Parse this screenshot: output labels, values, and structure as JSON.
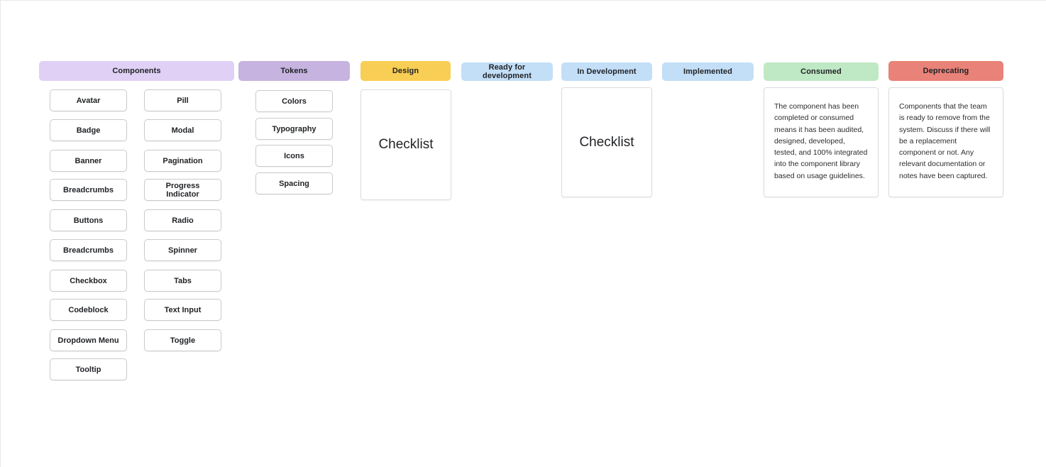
{
  "board": {
    "background_color": "#ffffff",
    "columns": [
      {
        "id": "components",
        "header": {
          "label": "Components",
          "color": "#E0D0F5"
        },
        "chips": [
          "Avatar",
          "Pill",
          "Badge",
          "Modal",
          "Banner",
          "Pagination",
          "Breadcrumbs",
          "Progress Indicator",
          "Buttons",
          "Radio",
          "Breadcrumbs",
          "Spinner",
          "Checkbox",
          "Tabs",
          "Codeblock",
          "Text Input",
          "Dropdown Menu",
          "Toggle",
          "Tooltip"
        ]
      },
      {
        "id": "tokens",
        "header": {
          "label": "Tokens",
          "color": "#C6B3E0"
        },
        "chips": [
          "Colors",
          "Typography",
          "Icons",
          "Spacing"
        ]
      },
      {
        "id": "design",
        "header": {
          "label": "Design",
          "color": "#F8CE54"
        },
        "card": {
          "title": "Checklist"
        }
      },
      {
        "id": "ready-for-development",
        "header": {
          "label": "Ready for development",
          "color": "#C3DEF7"
        }
      },
      {
        "id": "in-development",
        "header": {
          "label": "In Development",
          "color": "#C3DEF7"
        },
        "card": {
          "title": "Checklist"
        }
      },
      {
        "id": "implemented",
        "header": {
          "label": "Implemented",
          "color": "#C3DEF7"
        }
      },
      {
        "id": "consumed",
        "header": {
          "label": "Consumed",
          "color": "#BFE8C4"
        },
        "card": {
          "body": "The component has been completed or consumed means it has been audited, designed, developed, tested, and 100% integrated into the component library based on usage guidelines."
        }
      },
      {
        "id": "deprecating",
        "header": {
          "label": "Deprecating",
          "color": "#E98278"
        },
        "card": {
          "body": "Components that the team is ready to remove from the system. Discuss if there will be a replacement component or not. Any relevant documentation or notes have been captured."
        }
      }
    ]
  }
}
